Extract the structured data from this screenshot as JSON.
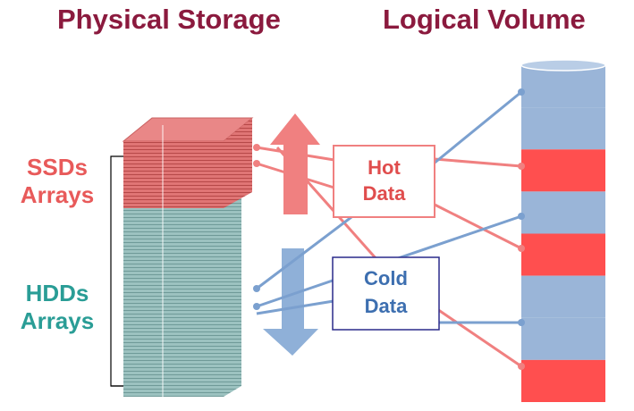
{
  "headings": {
    "physical_storage": "Physical Storage",
    "logical_volume": "Logical Volume"
  },
  "tiers": {
    "ssd": {
      "label": "SSDs\nArrays",
      "color": "#e85a5a"
    },
    "hdd": {
      "label": "HDDs\nArrays",
      "color": "#2a9d96"
    }
  },
  "data_boxes": {
    "hot": {
      "label": "Hot\nData",
      "color": "#e04d4d"
    },
    "cold": {
      "label": "Cold\nData",
      "color": "#3d6fb0"
    }
  },
  "colors": {
    "title": "#8b1a3e",
    "hot_line": "#f08080",
    "cold_line": "#7ba0cf",
    "volume_blue": "#9ab5d8",
    "volume_red": "#ff4f4f"
  },
  "volume_segments": [
    "cold",
    "cold",
    "hot",
    "cold",
    "hot",
    "cold",
    "cold",
    "hot"
  ]
}
